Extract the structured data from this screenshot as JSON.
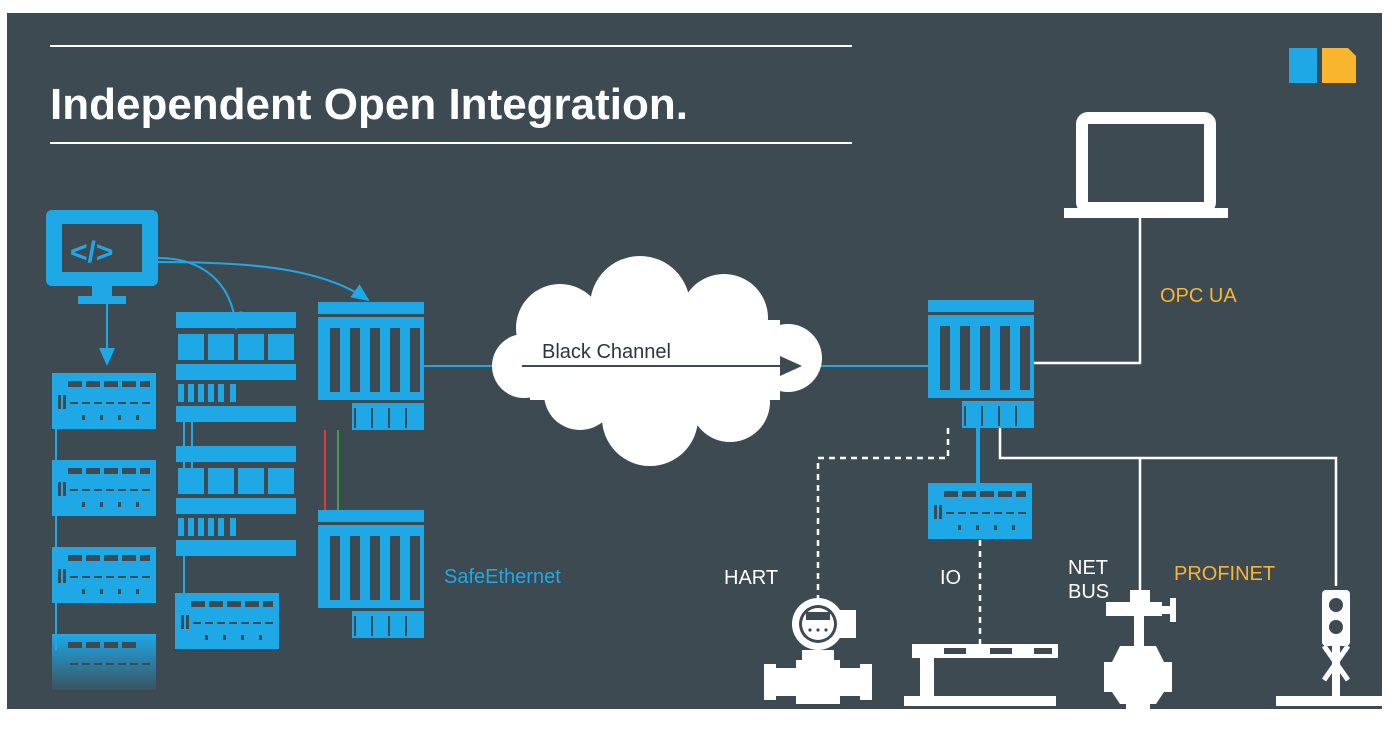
{
  "title": "Independent Open Integration.",
  "labels": {
    "black_channel": "Black Channel",
    "safe_ethernet": "SafeEthernet",
    "opc_ua": "OPC UA",
    "hart": "HART",
    "io": "IO",
    "net": "NET",
    "bus": "BUS",
    "profinet": "PROFINET"
  },
  "colors": {
    "background": "#3e4a52",
    "accent_blue": "#1fa8e6",
    "accent_yellow": "#f9b52e",
    "white": "#ffffff"
  },
  "icons": [
    "code-monitor-icon",
    "laptop-icon",
    "cloud-icon",
    "transmitter-icon",
    "valve-icon",
    "signal-light-icon",
    "conveyor-icon",
    "logo-icon"
  ]
}
